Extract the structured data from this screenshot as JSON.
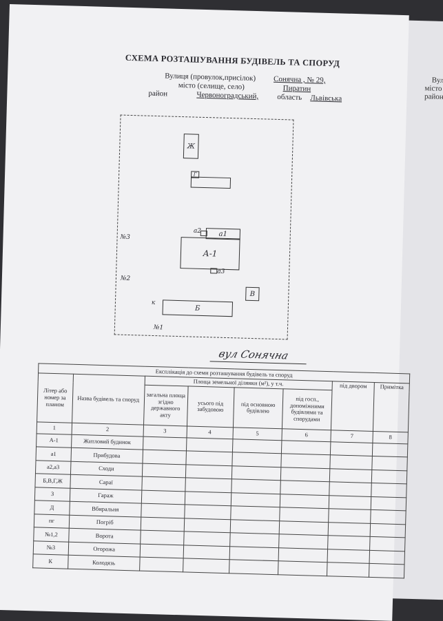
{
  "document": {
    "title": "СХЕМА РОЗТАШУВАННЯ БУДІВЕЛЬ ТА СПОРУД",
    "street_label": "Вулиця (провулок,присілок)",
    "street_value": "Сонячна , № 29,",
    "city_label": "місто (селище, село)",
    "city_value": "Пиратин",
    "district_label": "район",
    "district_value": "Червоноградський,",
    "region_label": "область",
    "region_value": "Львівська"
  },
  "right_page": {
    "line1": "Вулиця",
    "line2": "місто (с",
    "line3": "район"
  },
  "plan": {
    "buildings": {
      "zh": "Ж",
      "g": "Г",
      "a1": "а1",
      "a2": "а2",
      "a1_main": "А-1",
      "a3": "а3",
      "v": "В",
      "b": "Б"
    },
    "markers": {
      "n3": "№3",
      "n2": "№2",
      "n1": "№1",
      "k": "к"
    },
    "street_name": "вул Сонячна"
  },
  "table": {
    "caption": "Експлікація до схеми розташування будівель та споруд",
    "headers": {
      "letter": "Літер або номер за планом",
      "name": "Назва будівель та споруд",
      "area_group": "Площа земельної ділянки (м²), у т.ч.",
      "total": "загальна площа згідно державного акту",
      "built": "усього під забудовою",
      "main_building": "під основною будівлею",
      "auxiliary": "під госп., допоміжними будівлями та спорудами",
      "yard": "під двором",
      "note": "Примітка"
    },
    "column_numbers": [
      "1",
      "2",
      "3",
      "4",
      "5",
      "6",
      "7",
      "8"
    ],
    "rows": [
      {
        "letter": "А-1",
        "name": "Житловий будинок"
      },
      {
        "letter": "а1",
        "name": "Прибудова"
      },
      {
        "letter": "а2,а3",
        "name": "Сходи"
      },
      {
        "letter": "Б,В,Г,Ж",
        "name": "Сараї"
      },
      {
        "letter": "З",
        "name": "Гараж"
      },
      {
        "letter": "Д",
        "name": "Вбиральня"
      },
      {
        "letter": "пг",
        "name": "Погріб"
      },
      {
        "letter": "№1,2",
        "name": "Ворота"
      },
      {
        "letter": "№3",
        "name": "Огорожа"
      },
      {
        "letter": "К",
        "name": "Колодязь"
      }
    ]
  }
}
